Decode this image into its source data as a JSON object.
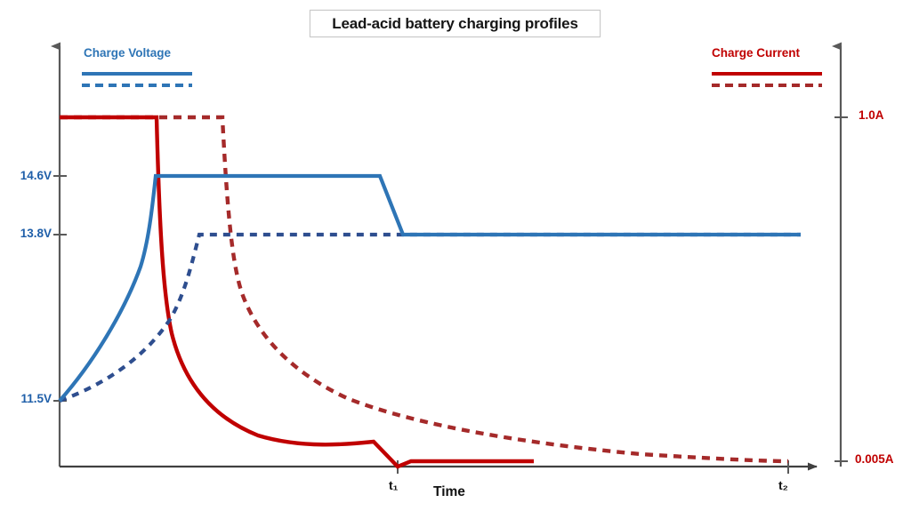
{
  "title": "Lead-acid battery charging profiles",
  "legend": {
    "left": {
      "label": "Charge Voltage",
      "color": "#2E75B6",
      "series": [
        "solid-line-sample",
        "dashed-line-sample"
      ]
    },
    "right": {
      "label": "Charge Current",
      "color": "#C00000",
      "series": [
        "solid-line-sample",
        "dashed-line-sample"
      ]
    }
  },
  "axes": {
    "y_left": {
      "title": "Charge Voltage",
      "ticks": [
        "14.6V",
        "13.8V",
        "11.5V"
      ]
    },
    "y_right": {
      "title": "Charge Current",
      "ticks": [
        "1.0A",
        "0.005A"
      ]
    },
    "x": {
      "title": "Time",
      "ticks": [
        "t₁",
        "t₂"
      ]
    }
  },
  "chart_data": {
    "type": "line",
    "title": "Lead-acid battery charging profiles",
    "xlabel": "Time",
    "ylabel": "Charge Voltage",
    "y2label": "Charge Current",
    "grid": false,
    "legend_position": "top-left and top-right",
    "y_left_ticks": [
      {
        "label": "11.5V",
        "value": 11.5
      },
      {
        "label": "13.8V",
        "value": 13.8
      },
      {
        "label": "14.6V",
        "value": 14.6
      }
    ],
    "y_right_ticks": [
      {
        "label": "0.005A",
        "value": 0.005
      },
      {
        "label": "1.0A",
        "value": 1.0
      }
    ],
    "x_ticks": [
      {
        "label": "t₁",
        "x": 0.445
      },
      {
        "label": "t₂",
        "x": 0.945
      }
    ],
    "series": [
      {
        "name": "Charge Voltage (fast charge)",
        "axis": "left",
        "color": "#2E75B6",
        "style": "solid",
        "description": "Rises from 11.5V at t=0 to 14.6V absorption plateau, holds, then drops to 13.8V float",
        "points": [
          [
            0.0,
            11.5
          ],
          [
            0.06,
            12.45
          ],
          [
            0.1,
            13.0
          ],
          [
            0.13,
            13.45
          ],
          [
            0.145,
            13.85
          ],
          [
            0.155,
            14.25
          ],
          [
            0.162,
            14.6
          ],
          [
            0.42,
            14.6
          ],
          [
            0.47,
            13.8
          ],
          [
            1.0,
            13.8
          ]
        ]
      },
      {
        "name": "Charge Voltage (slow charge)",
        "axis": "left",
        "color": "#2E4E8F",
        "style": "dashed",
        "description": "Rises more slowly from 11.5V to the 13.8V float plateau and stays there",
        "points": [
          [
            0.0,
            11.5
          ],
          [
            0.08,
            11.95
          ],
          [
            0.14,
            12.4
          ],
          [
            0.175,
            12.85
          ],
          [
            0.195,
            13.25
          ],
          [
            0.21,
            13.6
          ],
          [
            0.222,
            13.8
          ],
          [
            1.0,
            13.8
          ]
        ]
      },
      {
        "name": "Charge Current (fast charge)",
        "axis": "right",
        "color": "#C00000",
        "style": "solid",
        "description": "Constant 1.0A bulk current until absorption begins, then exponential taper, dips to 0.005A at t₁ and holds",
        "points": [
          [
            0.0,
            1.0
          ],
          [
            0.16,
            1.0
          ],
          [
            0.175,
            0.62
          ],
          [
            0.19,
            0.42
          ],
          [
            0.215,
            0.28
          ],
          [
            0.25,
            0.185
          ],
          [
            0.3,
            0.12
          ],
          [
            0.36,
            0.075
          ],
          [
            0.41,
            0.055
          ],
          [
            0.43,
            0.05
          ],
          [
            0.445,
            0.0
          ],
          [
            0.465,
            0.005
          ],
          [
            0.66,
            0.005
          ]
        ]
      },
      {
        "name": "Charge Current (slow charge)",
        "axis": "right",
        "color": "#A52A2A",
        "style": "dashed",
        "description": "Constant 1.0A bulk current for longer, then slower exponential taper reaching 0.005A near t₂",
        "points": [
          [
            0.0,
            1.0
          ],
          [
            0.25,
            1.0
          ],
          [
            0.262,
            0.64
          ],
          [
            0.275,
            0.44
          ],
          [
            0.3,
            0.31
          ],
          [
            0.34,
            0.225
          ],
          [
            0.4,
            0.16
          ],
          [
            0.47,
            0.118
          ],
          [
            0.55,
            0.085
          ],
          [
            0.64,
            0.06
          ],
          [
            0.74,
            0.04
          ],
          [
            0.84,
            0.022
          ],
          [
            0.93,
            0.008
          ],
          [
            0.95,
            0.005
          ]
        ]
      }
    ]
  },
  "colors": {
    "voltage_solid": "#2E75B6",
    "voltage_dashed": "#2E4E8F",
    "current_solid": "#C00000",
    "current_dashed": "#A52A2A",
    "axis": "#595959",
    "left_tick_text": "#1F5FA9",
    "right_tick_text": "#C00000"
  }
}
